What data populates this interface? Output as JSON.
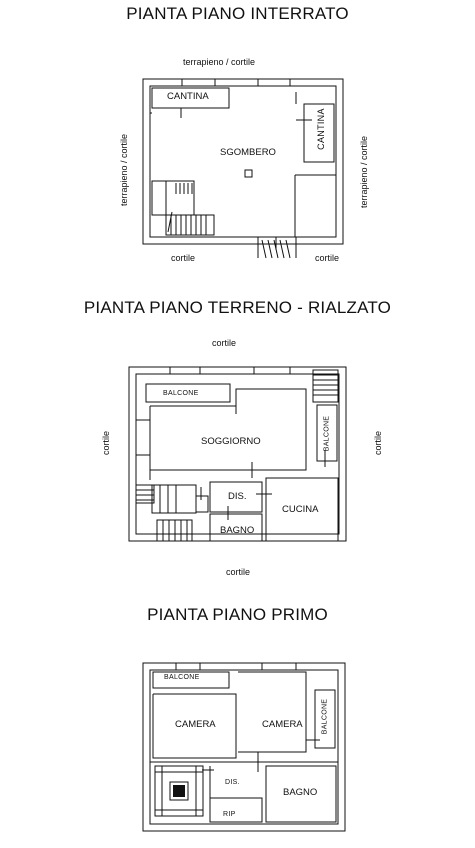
{
  "plans": [
    {
      "title": "PIANTA PIANO INTERRATO",
      "surroundings": {
        "top": "terrapieno / cortile",
        "left": "terrapieno / cortile",
        "right": "terrapieno / cortile",
        "bottom_left": "cortile",
        "bottom_right": "cortile"
      },
      "rooms": [
        "CANTINA",
        "CANTINA",
        "SGOMBERO"
      ]
    },
    {
      "title": "PIANTA PIANO TERRENO - RIALZATO",
      "surroundings": {
        "top": "cortile",
        "left": "cortile",
        "right": "cortile",
        "bottom": "cortile"
      },
      "rooms": [
        "BALCONE",
        "BALCONE",
        "SOGGIORNO",
        "DIS.",
        "CUCINA",
        "BAGNO"
      ]
    },
    {
      "title": "PIANTA PIANO PRIMO",
      "rooms": [
        "BALCONE",
        "BALCONE",
        "CAMERA",
        "CAMERA",
        "DIS.",
        "BAGNO",
        "RIP"
      ]
    }
  ],
  "line_color": "#111111"
}
